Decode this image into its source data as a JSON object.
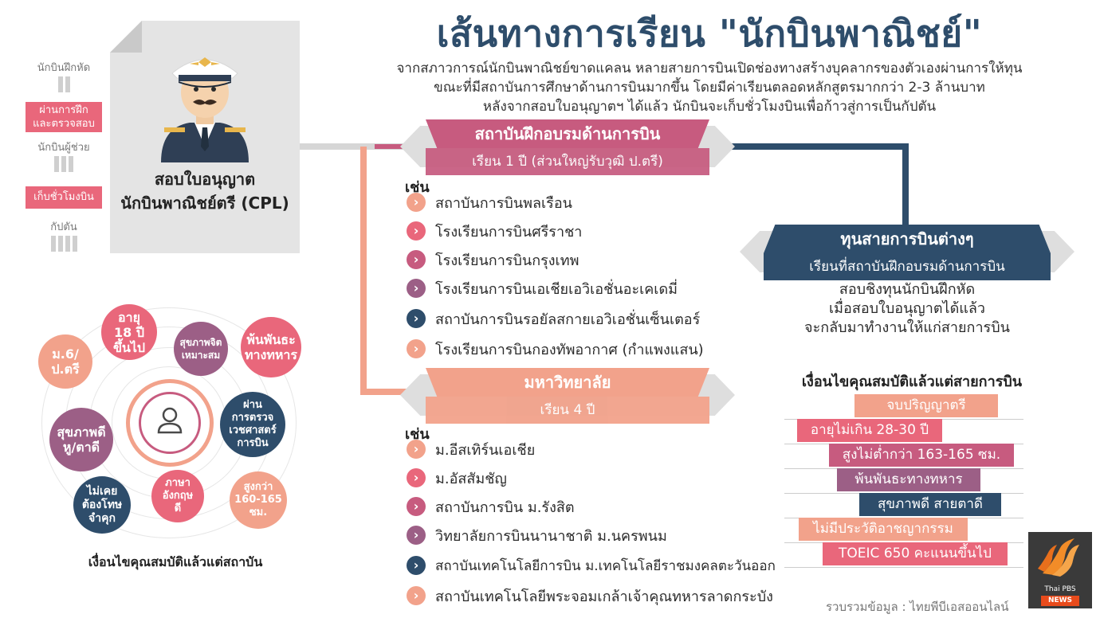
{
  "title": "เส้นทางการเรียน \"นักบินพาณิชย์\"",
  "intro": [
    "จากสภาวการณ์นักบินพาณิชย์ขาดแคลน หลายสายการบินเปิดช่องทางสร้างบุคลากรของตัวเองผ่านการให้ทุน",
    "ขณะที่มีสถาบันการศึกษาด้านการบินมากขึ้น โดยมีค่าเรียนตลอดหลักสูตรมากกว่า 2-3 ล้านบาท",
    "หลังจากสอบใบอนุญาตฯ ได้แล้ว นักบินจะเก็บชั่วโมงบินเพื่อก้าวสู่การเป็นกัปตัน"
  ],
  "career": {
    "rank1": "นักบินฝึกหัด",
    "step1": [
      "ผ่านการฝึก",
      "และตรวจสอบ"
    ],
    "rank2": "นักบินผู้ช่วย",
    "step2": "เก็บชั่วโมงบิน",
    "rank3": "กัปตัน"
  },
  "license": [
    "สอบใบอนุญาต",
    "นักบินพาณิชย์ตรี (CPL)"
  ],
  "institute": {
    "title": "สถาบันฝึกอบรมด้านการบิน",
    "subtitle": "เรียน 1 ปี (ส่วนใหญ่รับวุฒิ ป.ตรี)",
    "example_label": "เช่น",
    "items": [
      "สถาบันการบินพลเรือน",
      "โรงเรียนการบินศรีราชา",
      "โรงเรียนการบินกรุงเทพ",
      "โรงเรียนการบินเอเชียเอวิเอชั่นอะเคเดมี่",
      "สถาบันการบินรอยัลสกายเอวิเอชั่นเซ็นเตอร์",
      "โรงเรียนการบินกองทัพอากาศ (กำแพงแสน)"
    ]
  },
  "university": {
    "title": "มหาวิทยาลัย",
    "subtitle": "เรียน 4 ปี",
    "example_label": "เช่น",
    "items": [
      "ม.อีสเทิร์นเอเชีย",
      "ม.อัสสัมชัญ",
      "สถาบันการบิน ม.รังสิต",
      "วิทยาลัยการบินนานาชาติ ม.นครพนม",
      "สถาบันเทคโนโลยีการบิน ม.เทคโนโลยีราชมงคลตะวันออก",
      "สถาบันเทคโนโลยีพระจอมเกล้าเจ้าคุณทหารลาดกระบัง"
    ]
  },
  "airline": {
    "title": "ทุนสายการบินต่างๆ",
    "subtitle": "เรียนที่สถาบันฝึกอบรมด้านการบิน",
    "desc": [
      "สอบชิงทุนนักบินฝึกหัด",
      "เมื่อสอบใบอนุญาตได้แล้ว",
      "จะกลับมาทำงานให้แก่สายการบิน"
    ],
    "cond_title": "เงื่อนไขคุณสมบัติแล้วแต่สายการบิน",
    "conditions": [
      "จบปริญญาตรี",
      "อายุไม่เกิน 28-30 ปี",
      "สูงไม่ต่ำกว่า 163-165 ซม.",
      "พ้นพันธะทางทหาร",
      "สุขภาพดี สายตาดี",
      "ไม่มีประวัติอาชญากรรม",
      "TOEIC 650 คะแนนขึ้นไป"
    ]
  },
  "institute_conditions": {
    "caption": "เงื่อนไขคุณสมบัติแล้วแต่สถาบัน",
    "items": [
      [
        "อายุ",
        "18 ปี",
        "ขึ้นไป"
      ],
      [
        "สุขภาพจิต",
        "เหมาะสม"
      ],
      [
        "พ้นพันธะ",
        "ทางทหาร"
      ],
      [
        "ม.6/",
        "ป.ตรี"
      ],
      [
        "ผ่าน",
        "การตรวจ",
        "เวชศาสตร์",
        "การบิน"
      ],
      [
        "สุขภาพดี",
        "หู/ตาดี"
      ],
      [
        "ไม่เคย",
        "ต้องโทษ",
        "จำคุก"
      ],
      [
        "ภาษา",
        "อังกฤษ",
        "ดี"
      ],
      [
        "สูงกว่า",
        "160-165",
        "ซม."
      ]
    ]
  },
  "source": "รวบรวมข้อมูล : ไทยพีบีเอสออนไลน์",
  "logo": {
    "line1": "Thai PBS",
    "line2": "NEWS"
  },
  "colors": {
    "navy": "#2e4d6b",
    "pink": "#c75b7f",
    "peach": "#f2a28b",
    "coral": "#e9677b",
    "plum": "#9c5f86",
    "gray": "#e4e4e4"
  }
}
